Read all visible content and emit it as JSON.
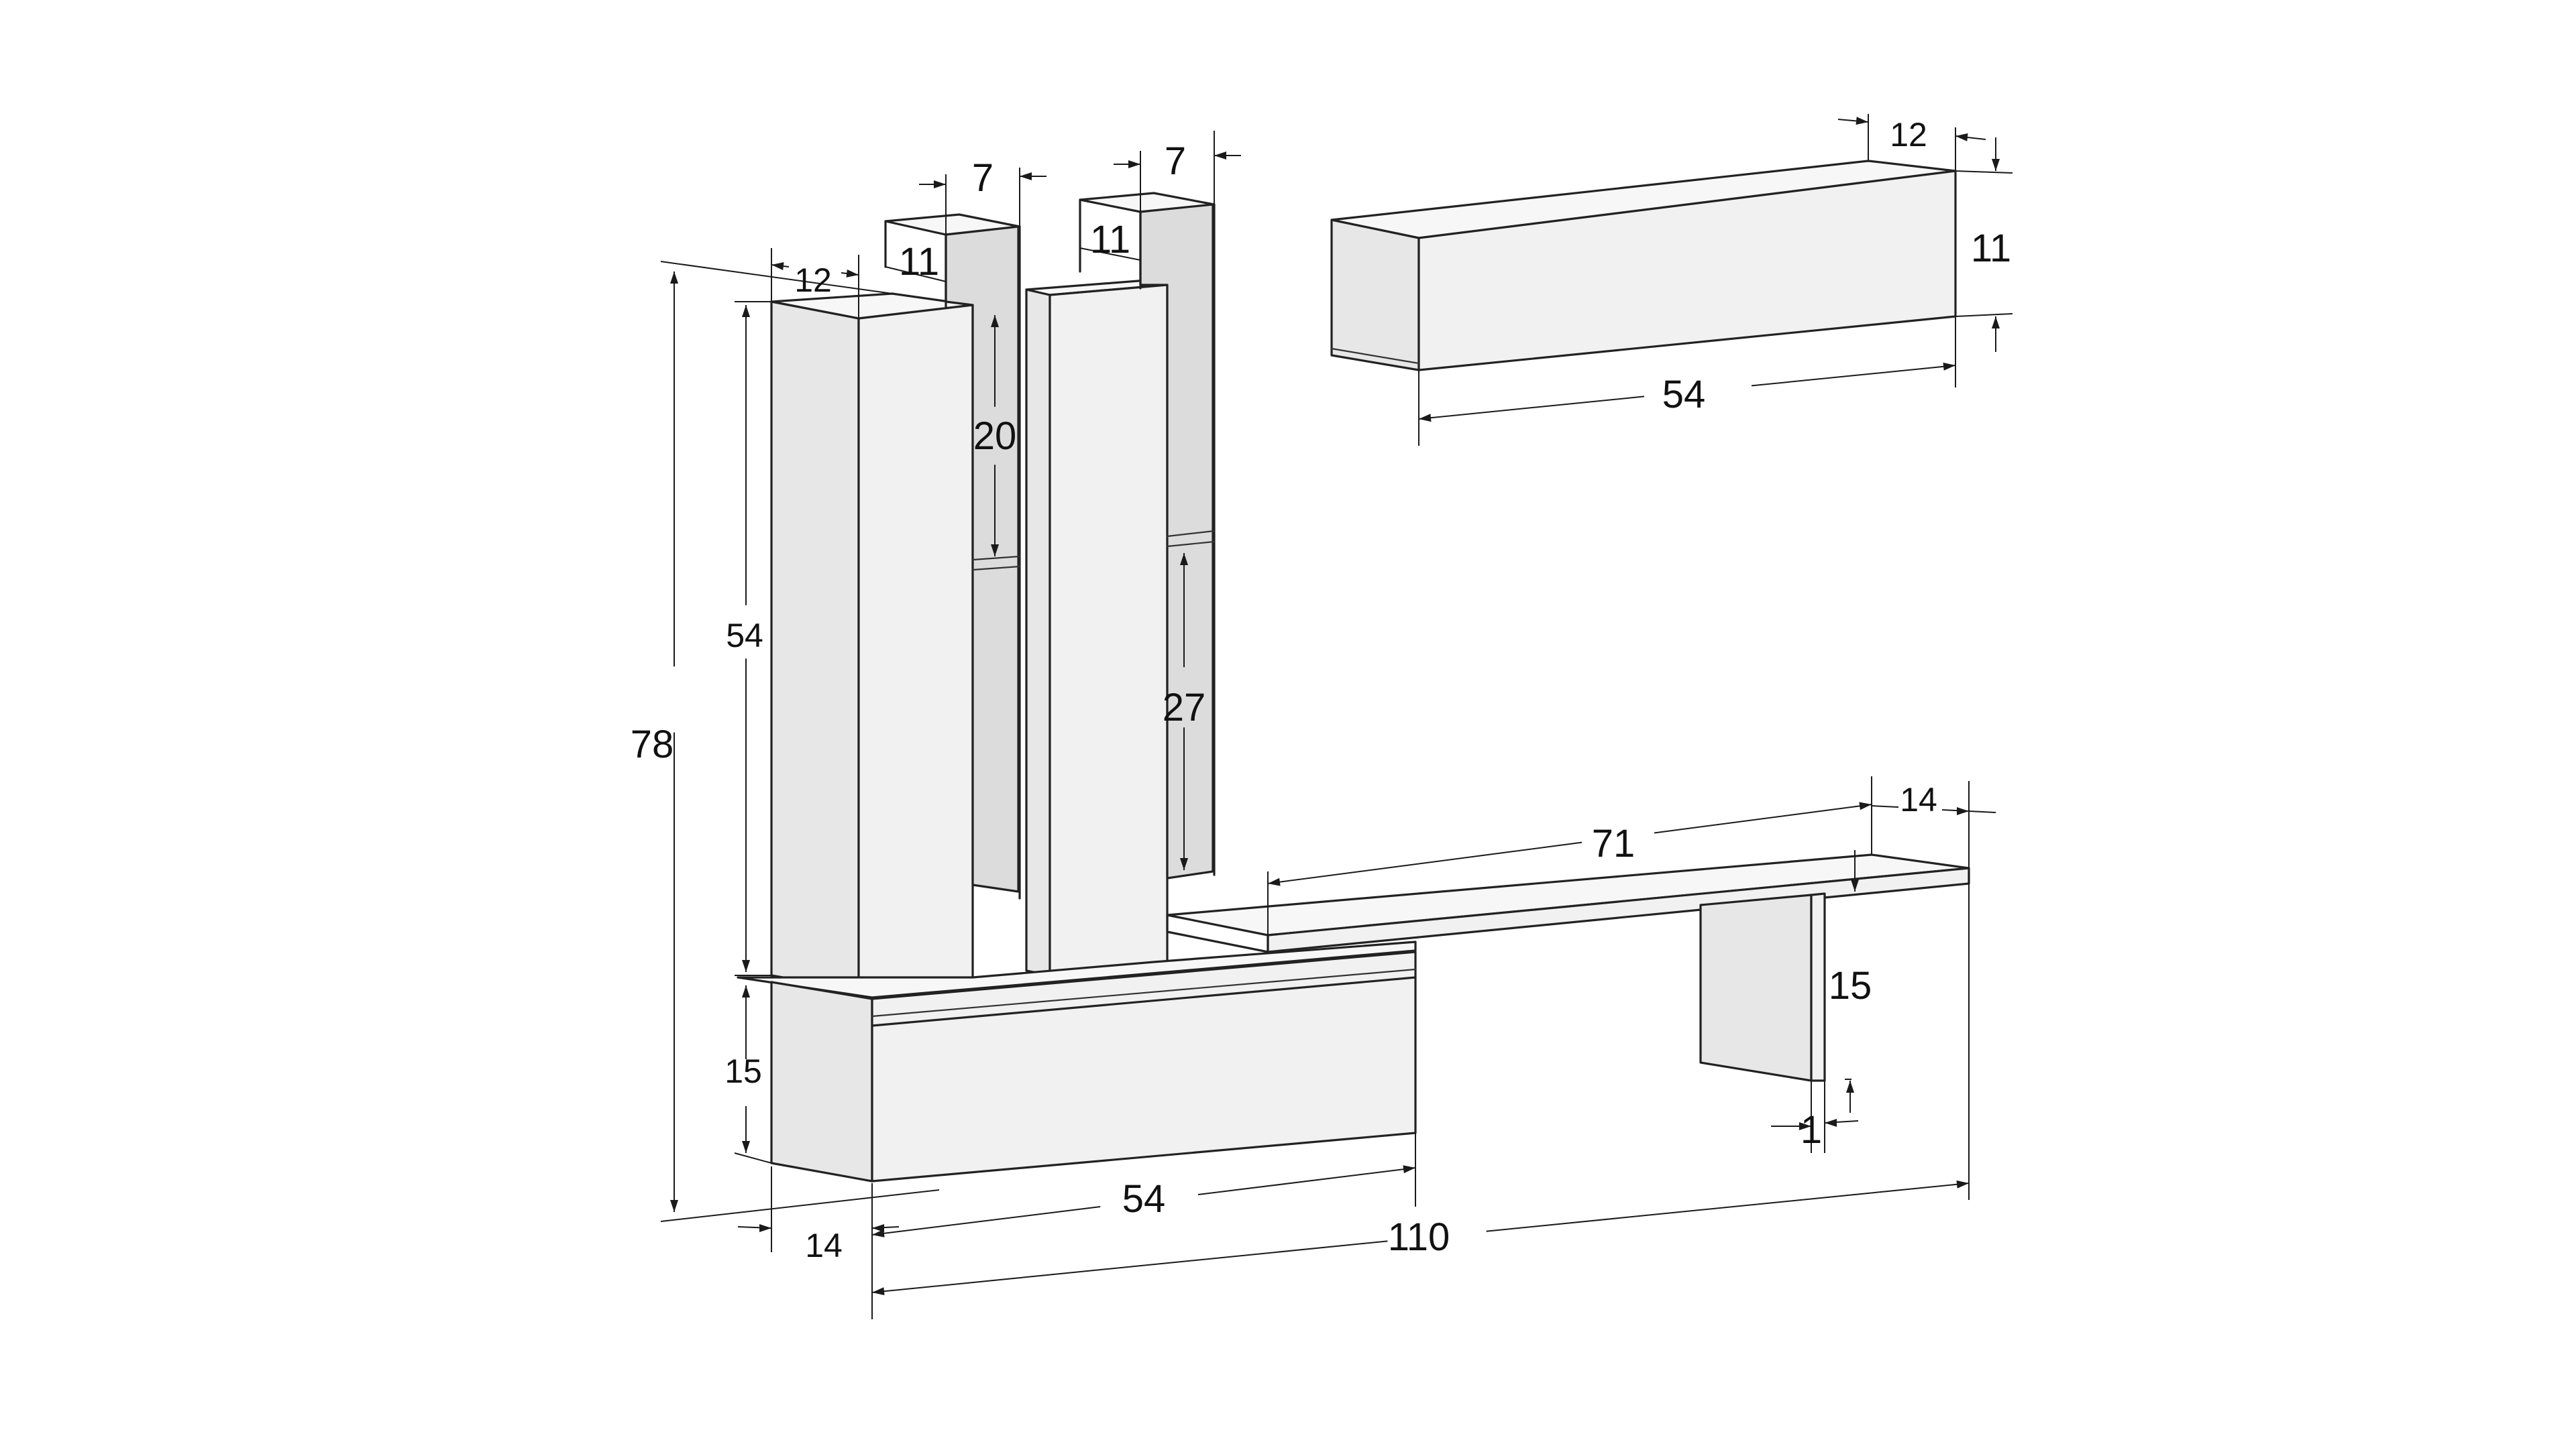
{
  "diagram": {
    "type": "furniture-dimension-drawing",
    "dimensions": {
      "total_height": "78",
      "tall_unit_height": "54",
      "base_unit_height": "15",
      "base_unit_depth": "14",
      "tall_unit_depth": "12",
      "base_unit_width": "54",
      "total_width": "110",
      "column_width_left": "11",
      "column_width_right": "11",
      "column_depth_left": "7",
      "column_depth_right": "7",
      "upper_shelf_spacing": "20",
      "lower_shelf_spacing": "27",
      "wall_unit_depth": "12",
      "wall_unit_height": "11",
      "wall_unit_width": "54",
      "bench_width": "71",
      "bench_depth": "14",
      "bench_leg_height": "15",
      "bench_top_thickness": "1"
    }
  }
}
